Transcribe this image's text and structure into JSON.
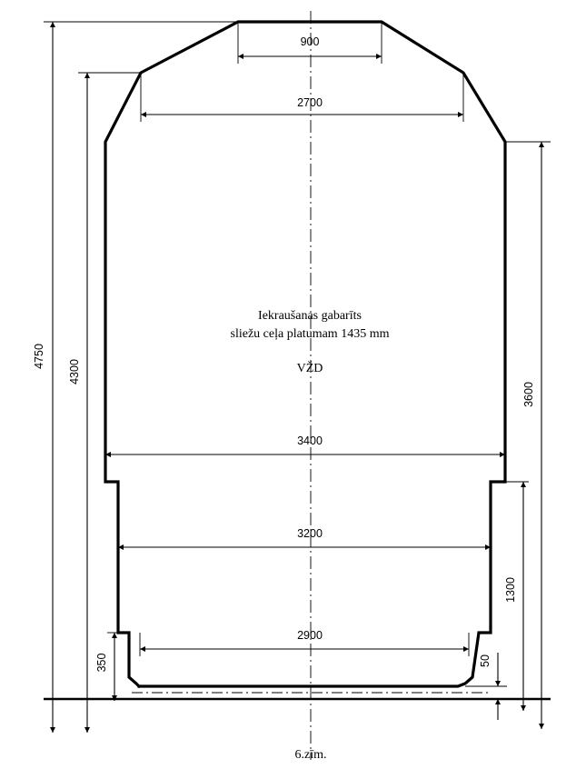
{
  "diagram": {
    "caption_line1": "Iekraušanas gabarīts",
    "caption_line2": "sliežu ceļa platumam 1435 mm",
    "caption_line3": "VŽD",
    "figure_number": "6.zīm.",
    "dimensions": {
      "top_width": "900",
      "upper_width": "2700",
      "main_width": "3400",
      "middle_width": "3200",
      "lower_width": "2900",
      "total_height": "4750",
      "shoulder_height": "4300",
      "wall_height": "3600",
      "step_height": "1300",
      "low_step_height": "350",
      "rail_offset": "50"
    }
  }
}
